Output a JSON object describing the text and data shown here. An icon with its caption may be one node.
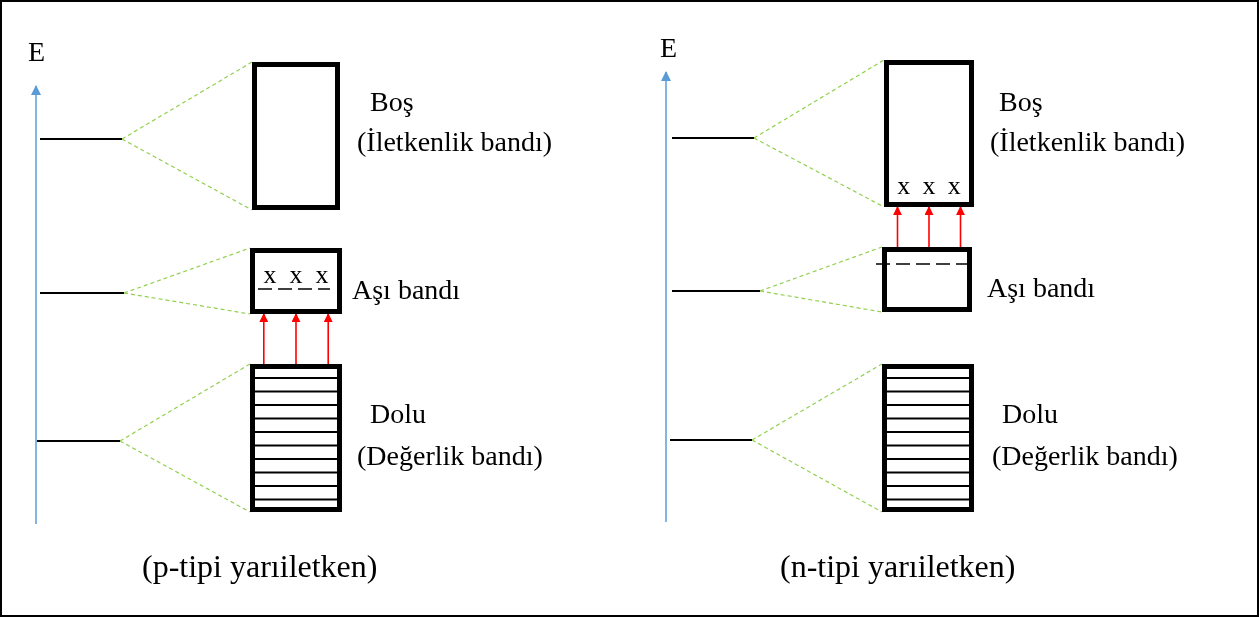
{
  "diagram": {
    "nodes": [
      {
        "text": [],
        "shape": "bar"
      },
      {
        "text": [],
        "shape": "box",
        "beside": [
          "Boş",
          "(İletkenlik bandı)"
        ]
      },
      {
        "text": [],
        "shape": "bar"
      },
      {
        "text": [
          "x",
          "x",
          "x"
        ],
        "beside": [
          "Aşı bandı"
        ]
      },
      {
        "text": [],
        "shape": "bar"
      },
      {
        "text": [],
        "shape": "box",
        "beside": [
          "Dolu",
          "(Değerlik bandı)"
        ]
      },
      {
        "text": [],
        "shape": "bar"
      },
      {
        "text": [
          "x",
          "x",
          "x"
        ],
        "beside": [
          "Boş",
          "(İletkenlik bandı)"
        ]
      },
      {
        "text": [],
        "shape": "bar"
      },
      {
        "text": [],
        "shape": "box",
        "beside": [
          "Aşı bandı"
        ]
      },
      {
        "text": [],
        "shape": "bar"
      },
      {
        "text": [],
        "shape": "box",
        "beside": [
          "Dolu",
          "(Değerlik bandı)"
        ]
      }
    ],
    "edges": [
      {
        "from": 0,
        "to": 1,
        "arrow": "none",
        "style": "dashed"
      },
      {
        "from": 0,
        "to": 1,
        "arrow": "none",
        "style": "dashed"
      },
      {
        "from": 2,
        "to": 3,
        "arrow": "none",
        "style": "dashed"
      },
      {
        "from": 2,
        "to": 3,
        "arrow": "none",
        "style": "dashed"
      },
      {
        "from": 4,
        "to": 5,
        "arrow": "none",
        "style": "dashed"
      },
      {
        "from": 4,
        "to": 5,
        "arrow": "none",
        "style": "dashed"
      },
      {
        "from": 5,
        "to": 3,
        "arrow": "to",
        "color": "#ff0000"
      },
      {
        "from": 5,
        "to": 3,
        "arrow": "to",
        "color": "#ff0000"
      },
      {
        "from": 5,
        "to": 3,
        "arrow": "to",
        "color": "#ff0000"
      },
      {
        "from": 6,
        "to": 7,
        "arrow": "none",
        "style": "dashed"
      },
      {
        "from": 6,
        "to": 7,
        "arrow": "none",
        "style": "dashed"
      },
      {
        "from": 8,
        "to": 9,
        "arrow": "none",
        "style": "dashed"
      },
      {
        "from": 8,
        "to": 9,
        "arrow": "none",
        "style": "dashed"
      },
      {
        "from": 10,
        "to": 11,
        "arrow": "none",
        "style": "dashed"
      },
      {
        "from": 10,
        "to": 11,
        "arrow": "none",
        "style": "dashed"
      },
      {
        "from": 9,
        "to": 7,
        "arrow": "to",
        "color": "#ff0000"
      },
      {
        "from": 9,
        "to": 7,
        "arrow": "to",
        "color": "#ff0000"
      },
      {
        "from": 9,
        "to": 7,
        "arrow": "to",
        "color": "#ff0000"
      }
    ],
    "labels": [
      "E",
      "E",
      "(p-tipi yarıiletken)",
      "(n-tipi yarıiletken)"
    ]
  }
}
